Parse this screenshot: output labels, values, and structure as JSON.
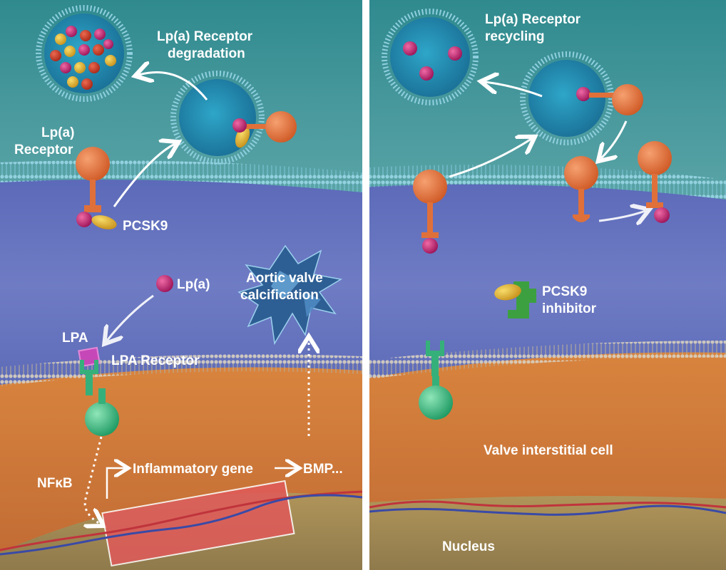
{
  "left_panel": {
    "title_line1": "Lp(a) Receptor",
    "title_line2": "degradation",
    "receptor_line1": "Lp(a)",
    "receptor_line2": "Receptor",
    "pcsk9": "PCSK9",
    "lpa_particle": "Lp(a)",
    "calcification_line1": "Aortic valve",
    "calcification_line2": "calcification",
    "lpa": "LPA",
    "lpa_receptor": "LPA Receptor",
    "nfkb": "NFκB",
    "inflammatory_gene": "Inflammatory gene",
    "bmp": "BMP..."
  },
  "right_panel": {
    "title_line1": "Lp(a) Receptor",
    "title_line2": "recycling",
    "inhibitor_line1": "PCSK9",
    "inhibitor_line2": "inhibitor",
    "cell_label": "Valve interstitial cell",
    "nucleus_label": "Nucleus"
  },
  "colors": {
    "top_teal": "#3f8f95",
    "mid_blue": "#4050a8",
    "cell_orange": "#d27a3c",
    "nucleus": "#a08a50",
    "receptor_orange": "#e0703a",
    "lpa_magenta": "#c0246e",
    "pcsk9_yellow": "#e0b040",
    "lpa_receptor_green": "#36b07a",
    "inhibitor_green": "#3ca040",
    "calcification_blue": "#3a6a9c",
    "gene_box": "#e05a5a"
  }
}
